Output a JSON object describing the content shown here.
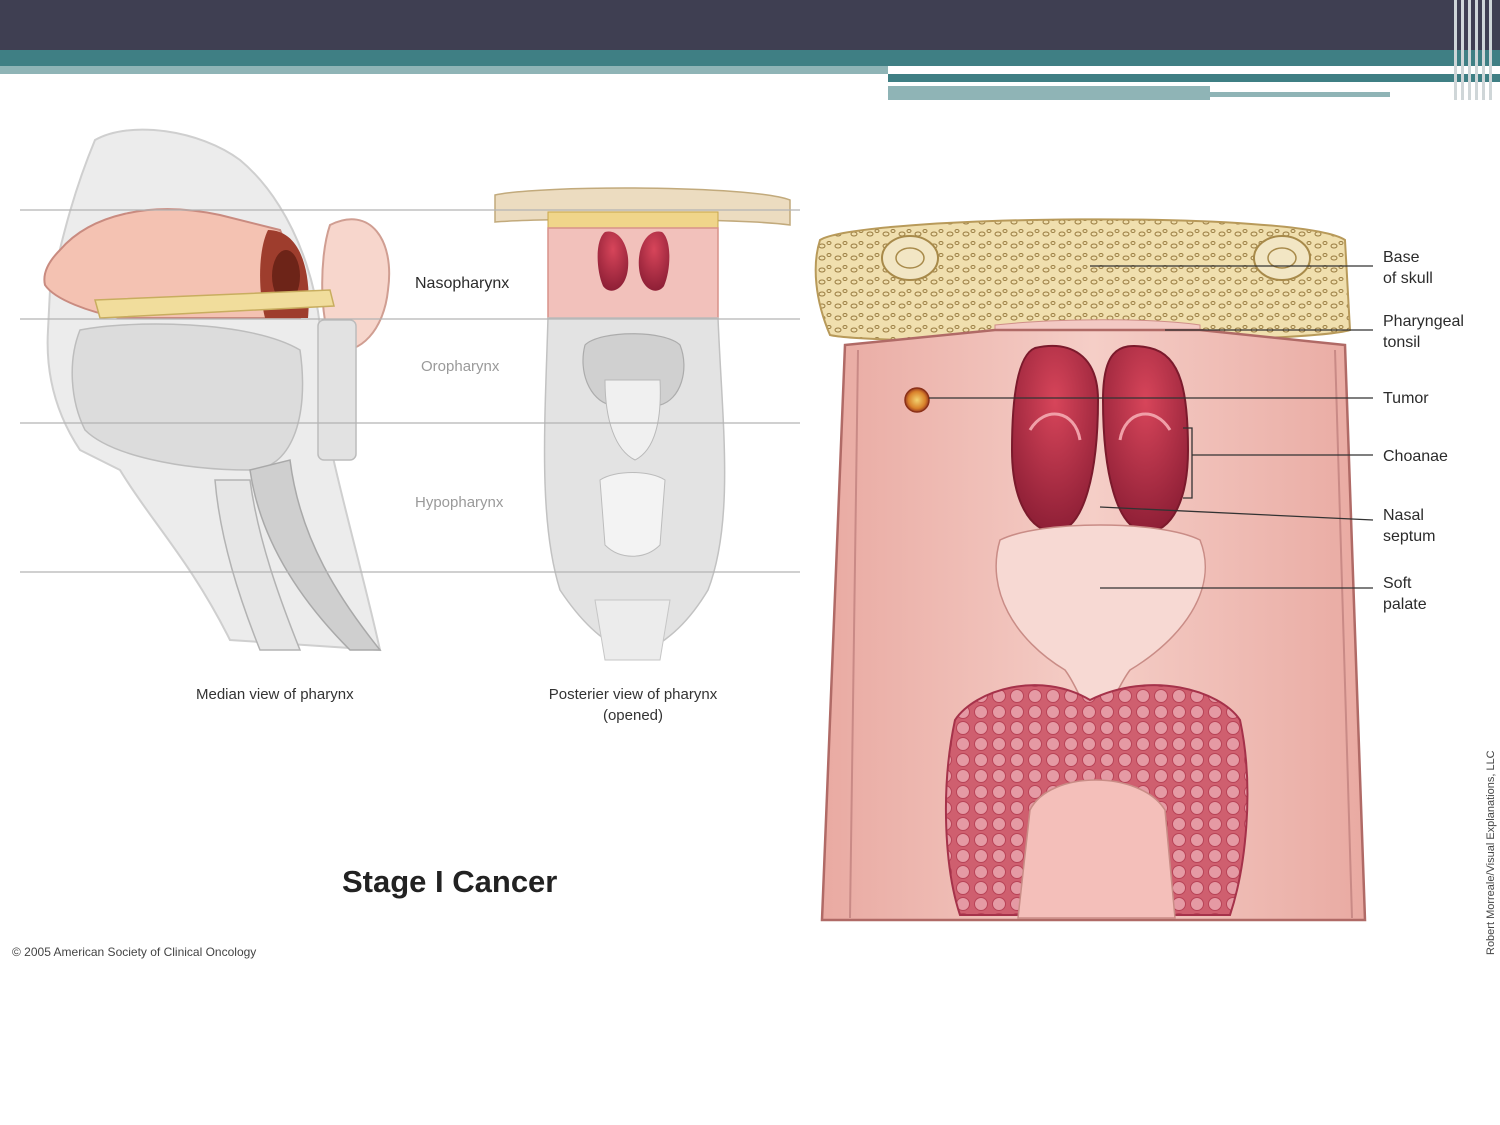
{
  "figure": {
    "region_labels": {
      "nasopharynx": "Nasopharynx",
      "oropharynx": "Oropharynx",
      "hypopharynx": "Hypopharynx"
    },
    "captions": {
      "median_view": "Median view of pharynx",
      "posterior_view_line1": "Posterier view of pharynx",
      "posterior_view_line2": "(opened)"
    },
    "stage_title": "Stage I Cancer",
    "copyright": "© 2005 American Society of Clinical Oncology",
    "illustrator_credit": "Robert Morreale/Visual Explanations, LLC",
    "detail_labels": {
      "base_of_skull_1": "Base",
      "base_of_skull_2": "of skull",
      "pharyngeal_tonsil_1": "Pharyngeal",
      "pharyngeal_tonsil_2": "tonsil",
      "tumor": "Tumor",
      "choanae": "Choanae",
      "nasal_septum_1": "Nasal",
      "nasal_septum_2": "septum",
      "soft_palate_1": "Soft",
      "soft_palate_2": "palate"
    }
  },
  "colors": {
    "header_dark": "#3f3f52",
    "header_teal": "#3f7f84",
    "header_light": "#8fb4b6",
    "tissue_pink": "#f0b8b0",
    "tumor_orange": "#d9822b"
  }
}
